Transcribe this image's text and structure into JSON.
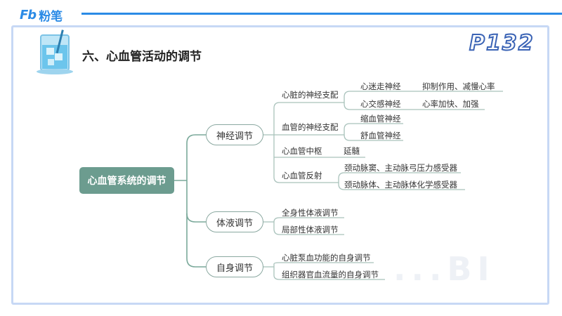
{
  "brand": {
    "logo_mark": "Fb",
    "logo_text": "粉笔"
  },
  "heading": "六、心血管活动的调节",
  "page_code": "P132",
  "watermark": "...BI",
  "mindmap": {
    "root": "心血管系统的调节",
    "branches": [
      {
        "label": "神经调节",
        "children": [
          {
            "label": "心脏的神经支配",
            "children": [
              {
                "label": "心迷走神经",
                "leaf": "抑制作用、减慢心率"
              },
              {
                "label": "心交感神经",
                "leaf": "心率加快、加强"
              }
            ]
          },
          {
            "label": "血管的神经支配",
            "children": [
              {
                "label": "缩血管神经"
              },
              {
                "label": "舒血管神经"
              }
            ]
          },
          {
            "label": "心血管中枢",
            "children": [
              {
                "label": "延髓"
              }
            ]
          },
          {
            "label": "心血管反射",
            "children": [
              {
                "label": "颈动脉窦、主动脉弓压力感受器"
              },
              {
                "label": "颈动脉体、主动脉体化学感受器"
              }
            ]
          }
        ]
      },
      {
        "label": "体液调节",
        "children": [
          {
            "label": "全身性体液调节"
          },
          {
            "label": "局部性体液调节"
          }
        ]
      },
      {
        "label": "自身调节",
        "children": [
          {
            "label": "心脏泵血功能的自身调节"
          },
          {
            "label": "组织器官血流量的自身调节"
          }
        ]
      }
    ]
  }
}
